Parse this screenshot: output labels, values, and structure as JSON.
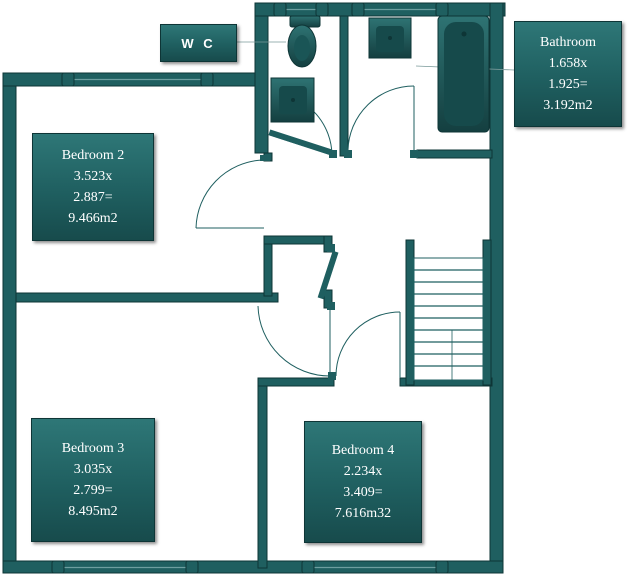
{
  "colors": {
    "wall": "#1f5f60",
    "wall_edge": "#0e3536",
    "window": "#6d9e9f",
    "label_bg": "#1f5f60",
    "label_text": "#ffffff"
  },
  "rooms": {
    "wc": {
      "name": "W C"
    },
    "bathroom": {
      "name": "Bathroom",
      "dim1": "1.658x",
      "dim2": "1.925=",
      "area": "3.192m2"
    },
    "bedroom2": {
      "name": "Bedroom 2",
      "dim1": "3.523x",
      "dim2": "2.887=",
      "area": "9.466m2"
    },
    "bedroom3": {
      "name": "Bedroom 3",
      "dim1": "3.035x",
      "dim2": "2.799=",
      "area": "8.495m2"
    },
    "bedroom4": {
      "name": "Bedroom 4",
      "dim1": "2.234x",
      "dim2": "3.409=",
      "area": "7.616m32"
    }
  },
  "fixtures": [
    "toilet-icon",
    "basin-icon",
    "bathtub-icon",
    "staircase"
  ]
}
